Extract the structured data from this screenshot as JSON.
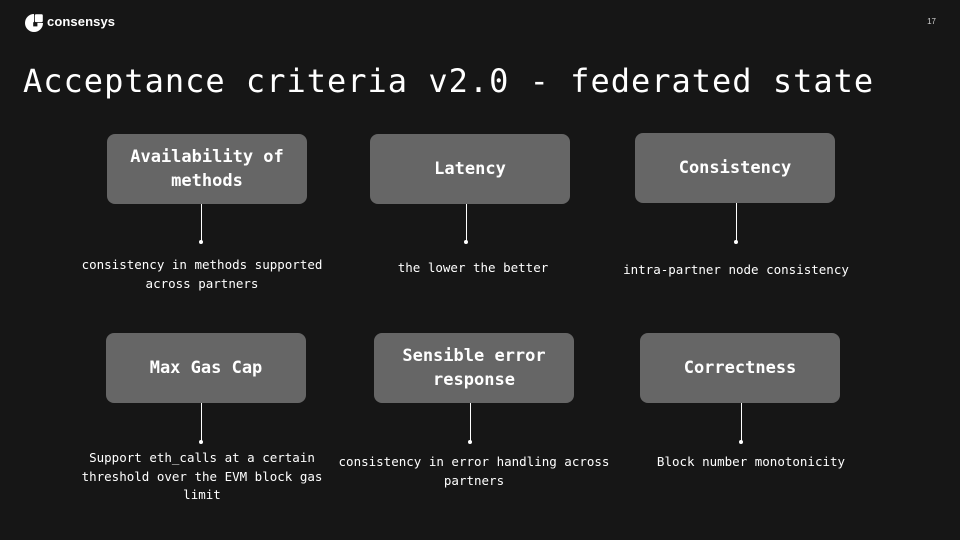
{
  "header": {
    "brand": "consensys",
    "page_number": "17"
  },
  "slide": {
    "title": "Acceptance criteria v2.0 - federated state"
  },
  "criteria": [
    {
      "label": "Availability of methods",
      "description": "consistency in methods supported across partners"
    },
    {
      "label": "Latency",
      "description": "the lower the better"
    },
    {
      "label": "Consistency",
      "description": "intra-partner node consistency"
    },
    {
      "label": "Max Gas Cap",
      "description": "Support eth_calls at a certain threshold over the EVM block gas limit"
    },
    {
      "label": "Sensible error response",
      "description": "consistency in error handling across partners"
    },
    {
      "label": "Correctness",
      "description": "Block number monotonicity"
    }
  ],
  "colors": {
    "background": "#161616",
    "card": "#666666",
    "text": "#ffffff"
  },
  "icons": {
    "logo": "consensys-logo-icon"
  }
}
